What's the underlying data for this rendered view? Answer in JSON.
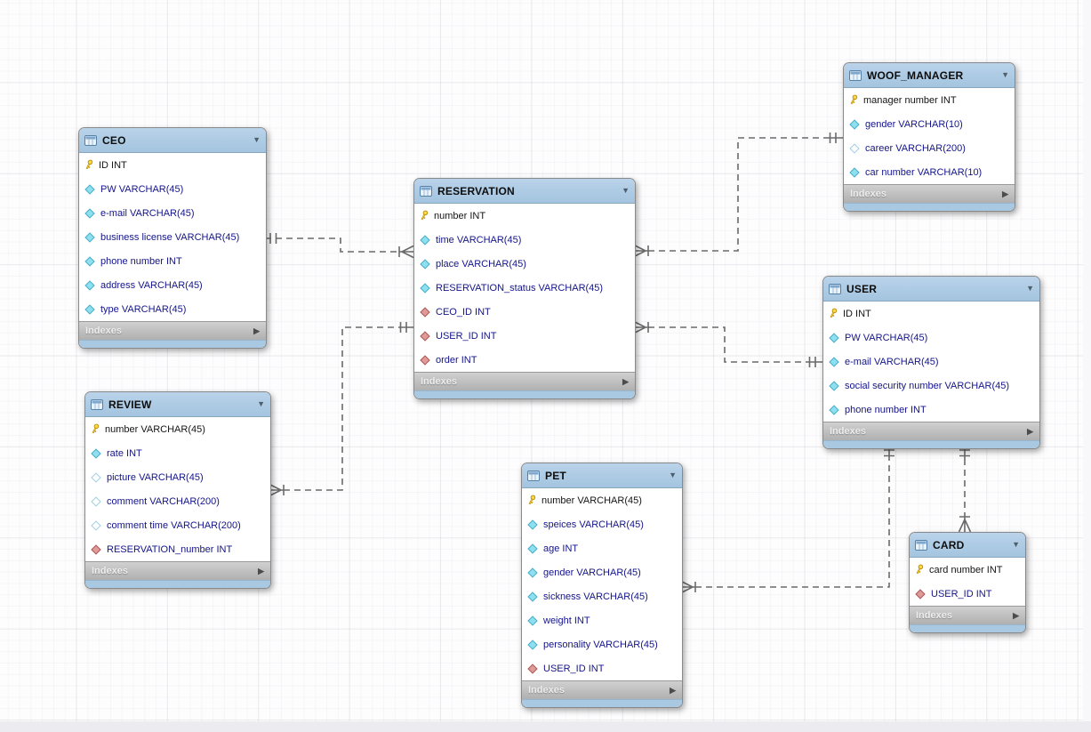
{
  "diagram": {
    "tables": [
      {
        "name": "CEO",
        "footer": "Indexes",
        "columns": [
          {
            "icon": "pk",
            "text": "ID INT"
          },
          {
            "icon": "nn",
            "text": "PW VARCHAR(45)"
          },
          {
            "icon": "nn",
            "text": "e-mail VARCHAR(45)"
          },
          {
            "icon": "nn",
            "text": "business license VARCHAR(45)"
          },
          {
            "icon": "nn",
            "text": "phone number INT"
          },
          {
            "icon": "nn",
            "text": "address VARCHAR(45)"
          },
          {
            "icon": "nn",
            "text": "type VARCHAR(45)"
          }
        ]
      },
      {
        "name": "REVIEW",
        "footer": "Indexes",
        "columns": [
          {
            "icon": "pk",
            "text": "number VARCHAR(45)"
          },
          {
            "icon": "nn",
            "text": "rate INT"
          },
          {
            "icon": "nul",
            "text": "picture VARCHAR(45)"
          },
          {
            "icon": "nul",
            "text": "comment VARCHAR(200)"
          },
          {
            "icon": "nul",
            "text": "comment time VARCHAR(200)"
          },
          {
            "icon": "fk",
            "text": "RESERVATION_number INT"
          }
        ]
      },
      {
        "name": "RESERVATION",
        "footer": "Indexes",
        "columns": [
          {
            "icon": "pk",
            "text": "number INT"
          },
          {
            "icon": "nn",
            "text": "time VARCHAR(45)"
          },
          {
            "icon": "nn",
            "text": "place VARCHAR(45)"
          },
          {
            "icon": "nn",
            "text": "RESERVATION_status VARCHAR(45)"
          },
          {
            "icon": "fk",
            "text": "CEO_ID INT"
          },
          {
            "icon": "fk",
            "text": "USER_ID INT"
          },
          {
            "icon": "fk",
            "text": "order INT"
          }
        ]
      },
      {
        "name": "PET",
        "footer": "Indexes",
        "columns": [
          {
            "icon": "pk",
            "text": "number VARCHAR(45)"
          },
          {
            "icon": "nn",
            "text": "speices VARCHAR(45)"
          },
          {
            "icon": "nn",
            "text": "age INT"
          },
          {
            "icon": "nn",
            "text": "gender VARCHAR(45)"
          },
          {
            "icon": "nn",
            "text": "sickness VARCHAR(45)"
          },
          {
            "icon": "nn",
            "text": "weight INT"
          },
          {
            "icon": "nn",
            "text": "personality VARCHAR(45)"
          },
          {
            "icon": "fk",
            "text": "USER_ID INT"
          }
        ]
      },
      {
        "name": "WOOF_MANAGER",
        "footer": "Indexes",
        "columns": [
          {
            "icon": "pk",
            "text": "manager number INT"
          },
          {
            "icon": "nn",
            "text": "gender VARCHAR(10)"
          },
          {
            "icon": "nul",
            "text": "career VARCHAR(200)"
          },
          {
            "icon": "nn",
            "text": "car number VARCHAR(10)"
          }
        ]
      },
      {
        "name": "USER",
        "footer": "Indexes",
        "columns": [
          {
            "icon": "pk",
            "text": "ID INT"
          },
          {
            "icon": "nn",
            "text": "PW VARCHAR(45)"
          },
          {
            "icon": "nn",
            "text": "e-mail VARCHAR(45)"
          },
          {
            "icon": "nn",
            "text": "social security number VARCHAR(45)"
          },
          {
            "icon": "nn",
            "text": "phone number INT"
          }
        ]
      },
      {
        "name": "CARD",
        "footer": "Indexes",
        "columns": [
          {
            "icon": "pk",
            "text": "card number INT"
          },
          {
            "icon": "fk",
            "text": "USER_ID INT"
          }
        ]
      }
    ],
    "relationships": [
      {
        "id": "ceo-reservation",
        "one_side": "CEO",
        "many_side": "RESERVATION",
        "style": "dashed"
      },
      {
        "id": "woof_manager-reservation",
        "one_side": "WOOF_MANAGER",
        "many_side": "RESERVATION",
        "style": "dashed"
      },
      {
        "id": "user-reservation",
        "one_side": "USER",
        "many_side": "RESERVATION",
        "style": "dashed"
      },
      {
        "id": "reservation-review",
        "one_side": "RESERVATION",
        "many_side": "REVIEW",
        "style": "dashed"
      },
      {
        "id": "user-pet",
        "one_side": "USER",
        "many_side": "PET",
        "style": "dashed"
      },
      {
        "id": "user-card",
        "one_side": "USER",
        "many_side": "CARD",
        "style": "dashed"
      }
    ],
    "colors": {
      "header_blue": "#aecbe4",
      "footer_gray": "#b8b8b8",
      "not_null_diamond": "#8edff0",
      "foreign_key_diamond": "#e09a98",
      "primary_key_gold": "#ffd84d",
      "connector_gray": "#6a6a6a"
    }
  }
}
